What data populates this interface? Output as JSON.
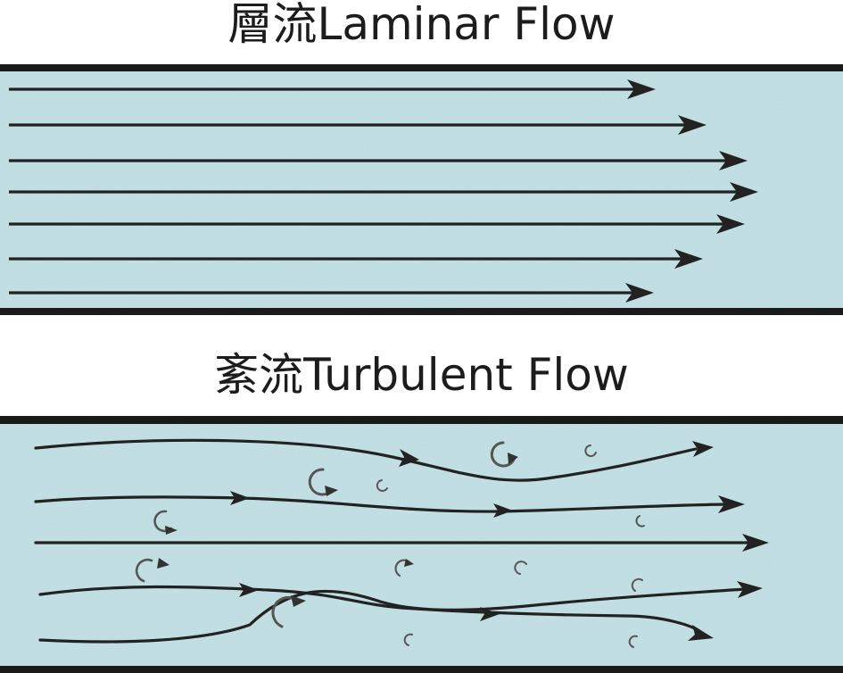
{
  "laminar": {
    "title": "層流Laminar Flow"
  },
  "turbulent": {
    "title": "紊流Turbulent Flow"
  },
  "colors": {
    "fluid": "#c6e4e8",
    "wall": "#1a1a1a",
    "streamline": "#222222",
    "eddy": "#555555",
    "title": "#1c1c1c"
  },
  "icons": {
    "flow_arrow": "arrowhead-right",
    "eddy": "circular-arrow"
  }
}
